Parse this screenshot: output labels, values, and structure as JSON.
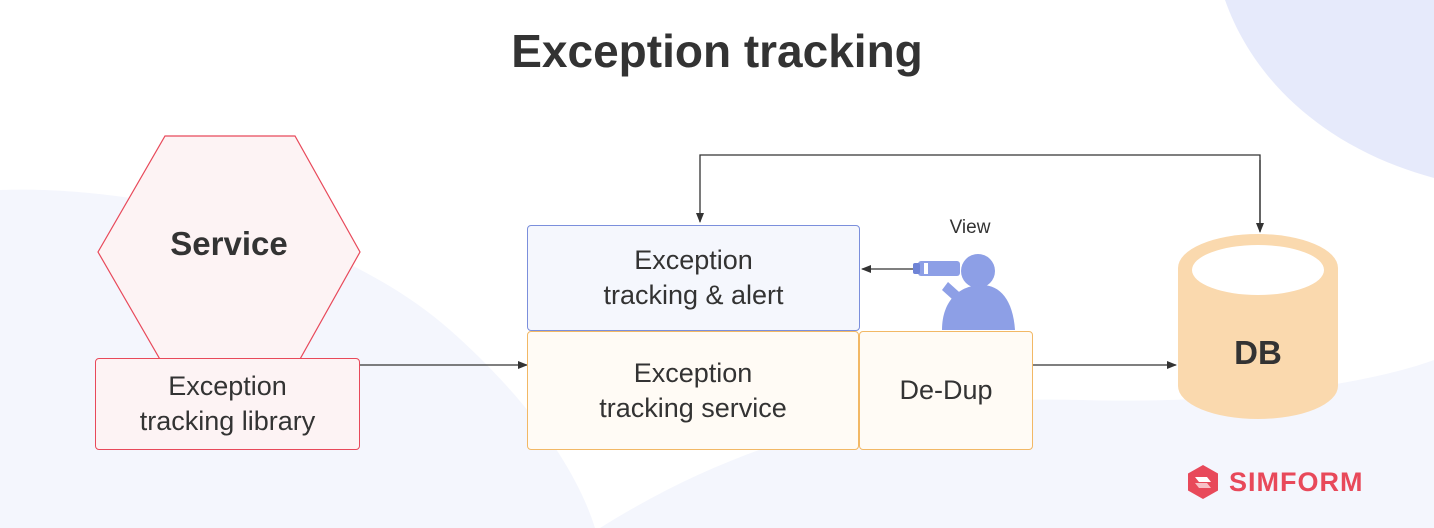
{
  "title": "Exception tracking",
  "nodes": {
    "service": "Service",
    "library": [
      "Exception",
      "tracking library"
    ],
    "alert": [
      "Exception",
      "tracking & alert"
    ],
    "tracking_service": [
      "Exception",
      "tracking service"
    ],
    "dedup": "De-Dup",
    "db": "DB",
    "view": "View"
  },
  "brand": "SIMFORM",
  "colors": {
    "service_stroke": "#e8495a",
    "service_fill": "#fdf3f4",
    "alert_stroke": "#7b8fdc",
    "alert_fill": "#f5f7fd",
    "tracking_stroke": "#f2b865",
    "tracking_fill": "#fffbf5",
    "db_fill": "#fad9ae",
    "viewer": "#8d9fe6",
    "brand": "#e8495a"
  }
}
